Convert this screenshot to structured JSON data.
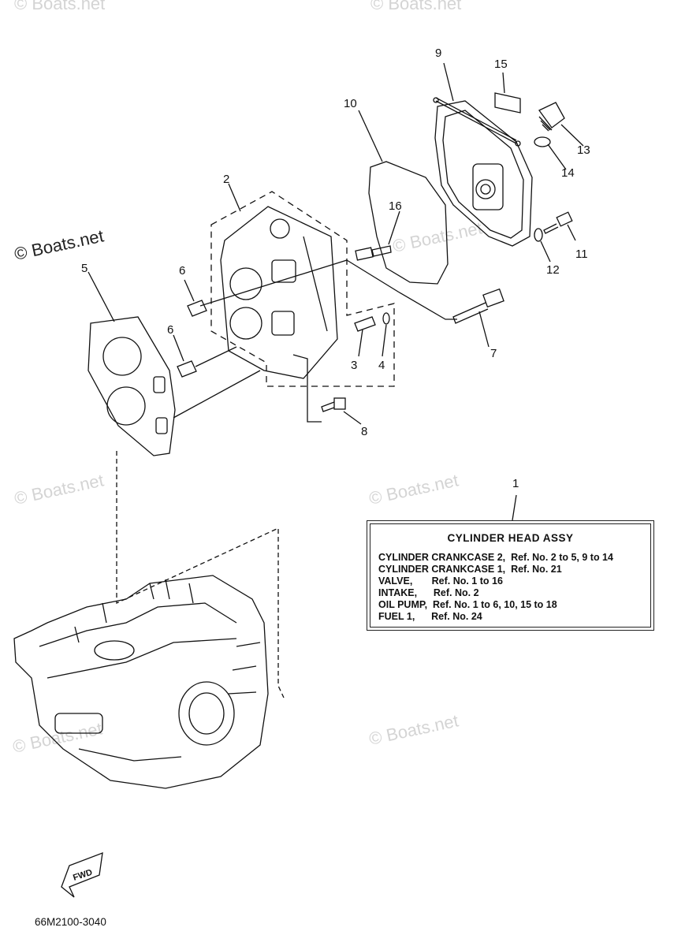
{
  "watermarks": {
    "main": "© Boats.net",
    "faint": "© Boats.net"
  },
  "callouts": [
    "1",
    "2",
    "3",
    "4",
    "5",
    "6",
    "6",
    "7",
    "8",
    "9",
    "10",
    "11",
    "12",
    "13",
    "14",
    "15",
    "16"
  ],
  "note": {
    "title": "CYLINDER HEAD ASSY",
    "lines": [
      "CYLINDER CRANKCASE 2,  Ref. No. 2 to 5, 9 to 14",
      "CYLINDER CRANKCASE 1,  Ref. No. 21",
      "VALVE,       Ref. No. 1 to 16",
      "INTAKE,      Ref. No. 2",
      "OIL PUMP,  Ref. No. 1 to 6, 10, 15 to 18",
      "FUEL 1,      Ref. No. 24"
    ]
  },
  "fwd_label": "FWD",
  "diagram_code": "66M2100-3040"
}
